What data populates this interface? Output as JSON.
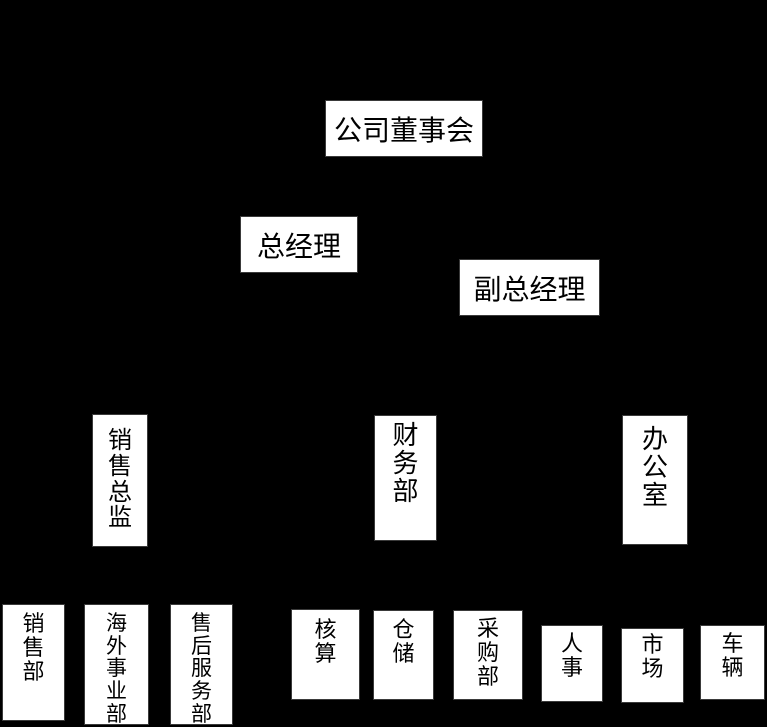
{
  "diagram": {
    "type": "org-chart",
    "background_color": "#000000",
    "node_fill_color": "#ffffff",
    "node_text_color": "#000000",
    "node_border_color": "#3a3a3a",
    "nodes": [
      {
        "id": "board",
        "label": "公司董事会",
        "level": 1,
        "orientation": "horizontal"
      },
      {
        "id": "general-manager",
        "label": "总经理",
        "level": 2,
        "orientation": "horizontal"
      },
      {
        "id": "deputy-general-manager",
        "label": "副总经理",
        "level": 2,
        "orientation": "horizontal"
      },
      {
        "id": "sales-director",
        "label": "销售总监",
        "level": 3,
        "orientation": "vertical"
      },
      {
        "id": "finance-dept",
        "label": "财务部",
        "level": 3,
        "orientation": "vertical"
      },
      {
        "id": "office",
        "label": "办公室",
        "level": 3,
        "orientation": "vertical"
      },
      {
        "id": "sales-dept",
        "label": "销售部",
        "level": 4,
        "orientation": "vertical"
      },
      {
        "id": "overseas-business-dept",
        "label": "海外事业部",
        "level": 4,
        "orientation": "vertical"
      },
      {
        "id": "after-sales-service-dept",
        "label": "售后服务部",
        "level": 4,
        "orientation": "vertical"
      },
      {
        "id": "accounting",
        "label": "核算",
        "level": 4,
        "orientation": "vertical"
      },
      {
        "id": "warehouse",
        "label": "仓储",
        "level": 4,
        "orientation": "vertical"
      },
      {
        "id": "procurement-dept",
        "label": "采购部",
        "level": 4,
        "orientation": "vertical"
      },
      {
        "id": "hr",
        "label": "人事",
        "level": 4,
        "orientation": "vertical"
      },
      {
        "id": "market",
        "label": "市场",
        "level": 4,
        "orientation": "vertical"
      },
      {
        "id": "vehicle",
        "label": "车辆",
        "level": 4,
        "orientation": "vertical"
      }
    ]
  }
}
